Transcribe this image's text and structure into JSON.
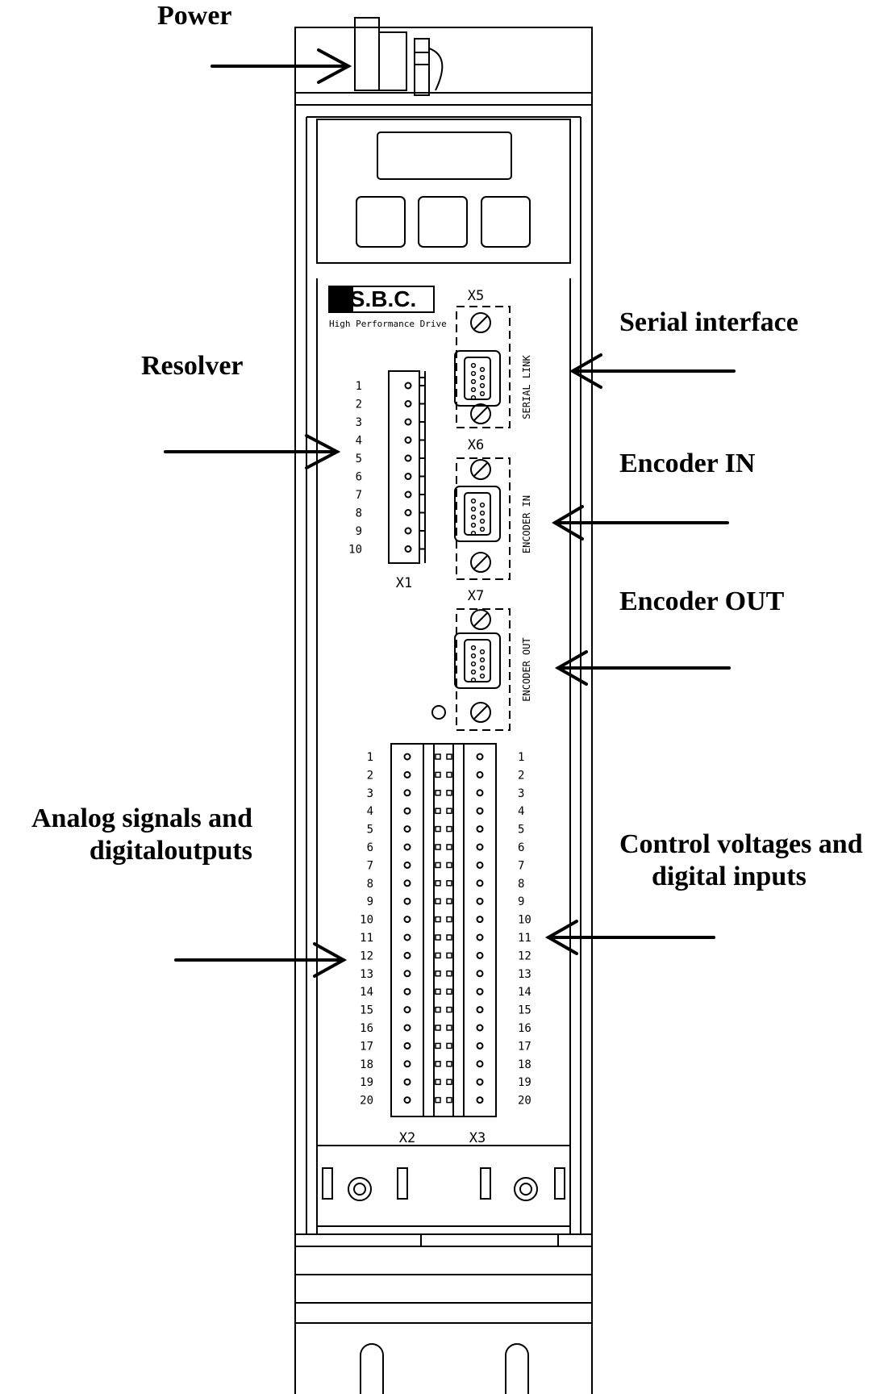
{
  "callouts": {
    "power": "Power",
    "resolver": "Resolver",
    "serial_interface": "Serial interface",
    "encoder_in": "Encoder IN",
    "encoder_out": "Encoder OUT",
    "analog_line1": "Analog signals and",
    "analog_line2": "digitaloutputs",
    "control_line1": "Control voltages and",
    "control_line2": "digital inputs"
  },
  "brand": {
    "logo_text": "S.B.C.",
    "tagline": "High Performance Drive"
  },
  "connectors": {
    "x1": "X1",
    "x2": "X2",
    "x3": "X3",
    "x5": "X5",
    "x6": "X6",
    "x7": "X7",
    "serial_link": "SERIAL LINK",
    "encoder_in": "ENCODER IN",
    "encoder_out": "ENCODER OUT"
  },
  "pins": {
    "x1": [
      "1",
      "2",
      "3",
      "4",
      "5",
      "6",
      "7",
      "8",
      "9",
      "10"
    ],
    "x2": [
      "1",
      "2",
      "3",
      "4",
      "5",
      "6",
      "7",
      "8",
      "9",
      "10",
      "11",
      "12",
      "13",
      "14",
      "15",
      "16",
      "17",
      "18",
      "19",
      "20"
    ],
    "x3": [
      "1",
      "2",
      "3",
      "4",
      "5",
      "6",
      "7",
      "8",
      "9",
      "10",
      "11",
      "12",
      "13",
      "14",
      "15",
      "16",
      "17",
      "18",
      "19",
      "20"
    ]
  }
}
